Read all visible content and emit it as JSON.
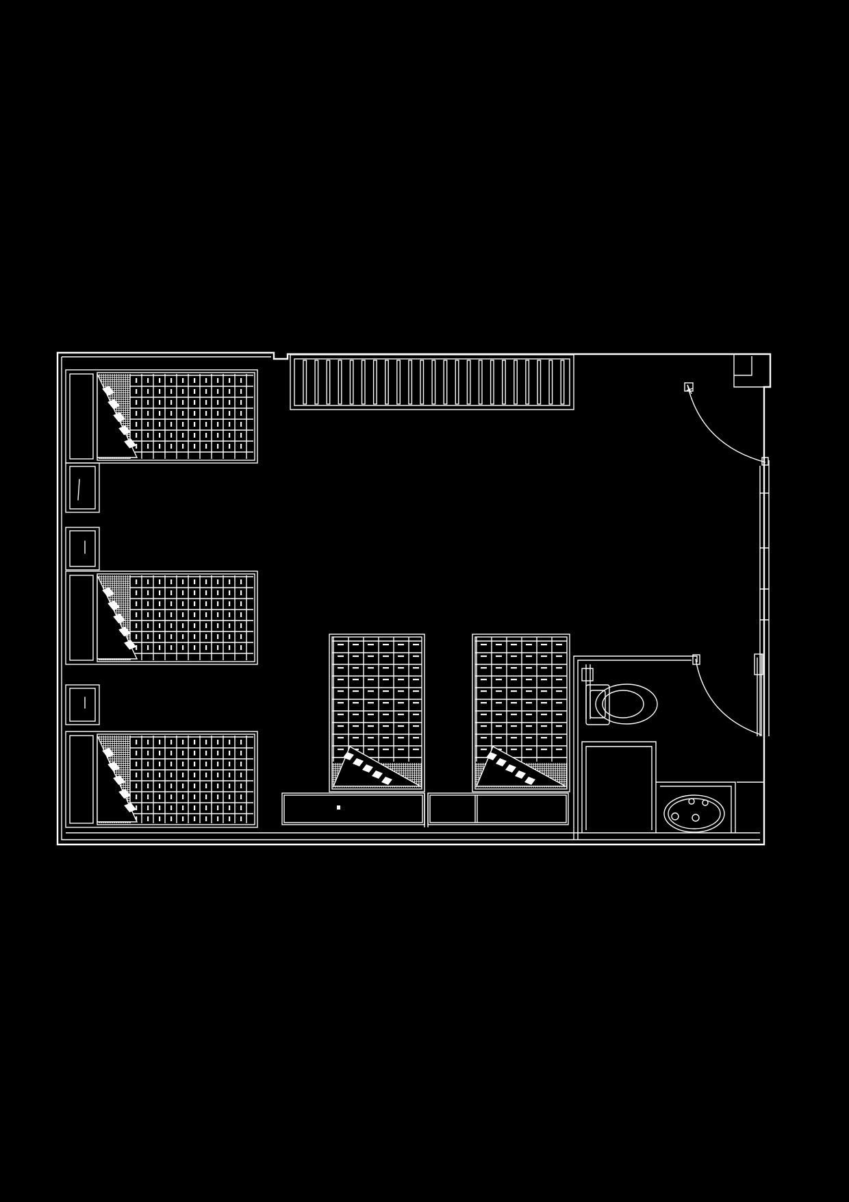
{
  "drawing": {
    "type": "floor-plan",
    "background": "#000000",
    "line_color": "#ffffff",
    "fixtures": {
      "beds": 5,
      "bedside_cabinets": 4,
      "wardrobe": 1,
      "entry_door": 1,
      "bathroom_door": 1,
      "toilet": 1,
      "washbasin": 1,
      "shower": 1
    }
  }
}
